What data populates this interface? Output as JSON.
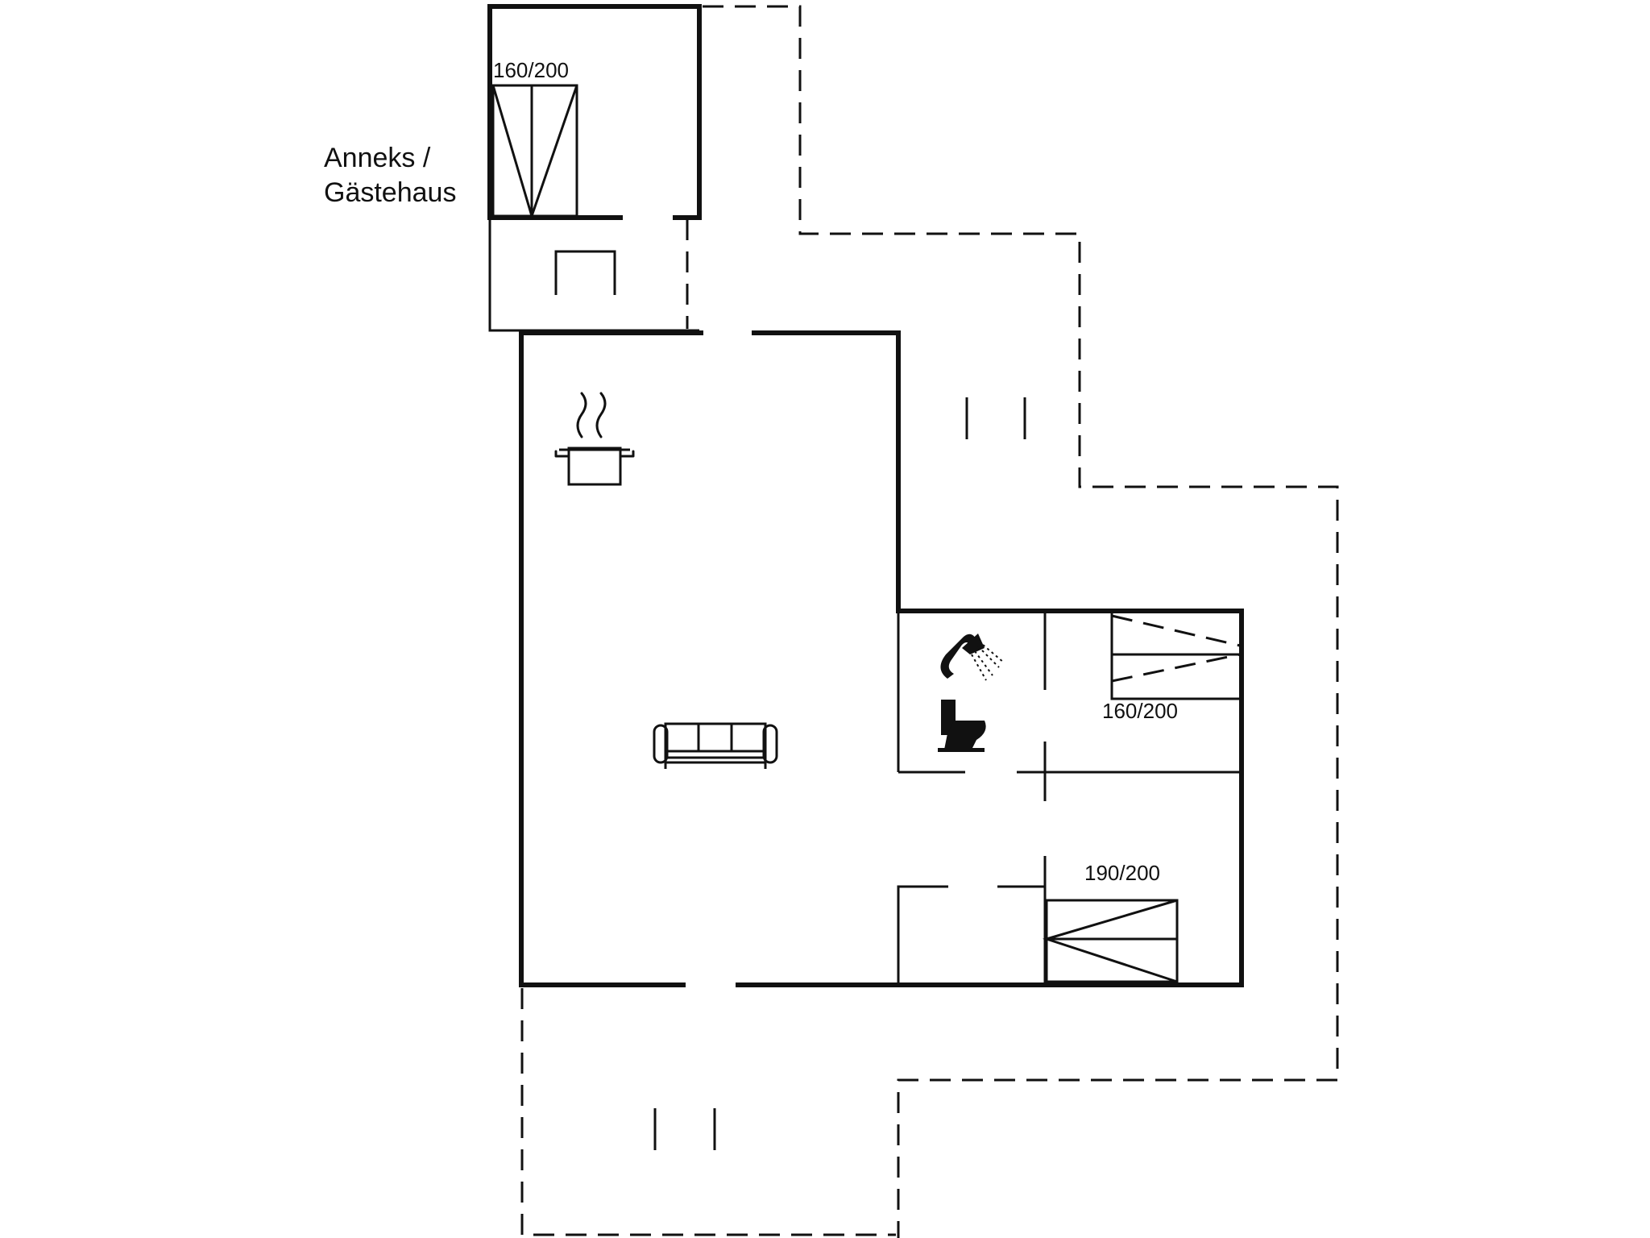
{
  "labels": {
    "annex_line1": "Anneks /",
    "annex_line2": "Gästehaus",
    "bed_annex": "160/200",
    "bed_room1": "160/200",
    "bed_room2": "190/200"
  },
  "icons": [
    "kitchen-pot-icon",
    "sofa-icon",
    "shower-icon",
    "toilet-icon"
  ],
  "colors": {
    "line": "#111111",
    "background": "#ffffff"
  }
}
